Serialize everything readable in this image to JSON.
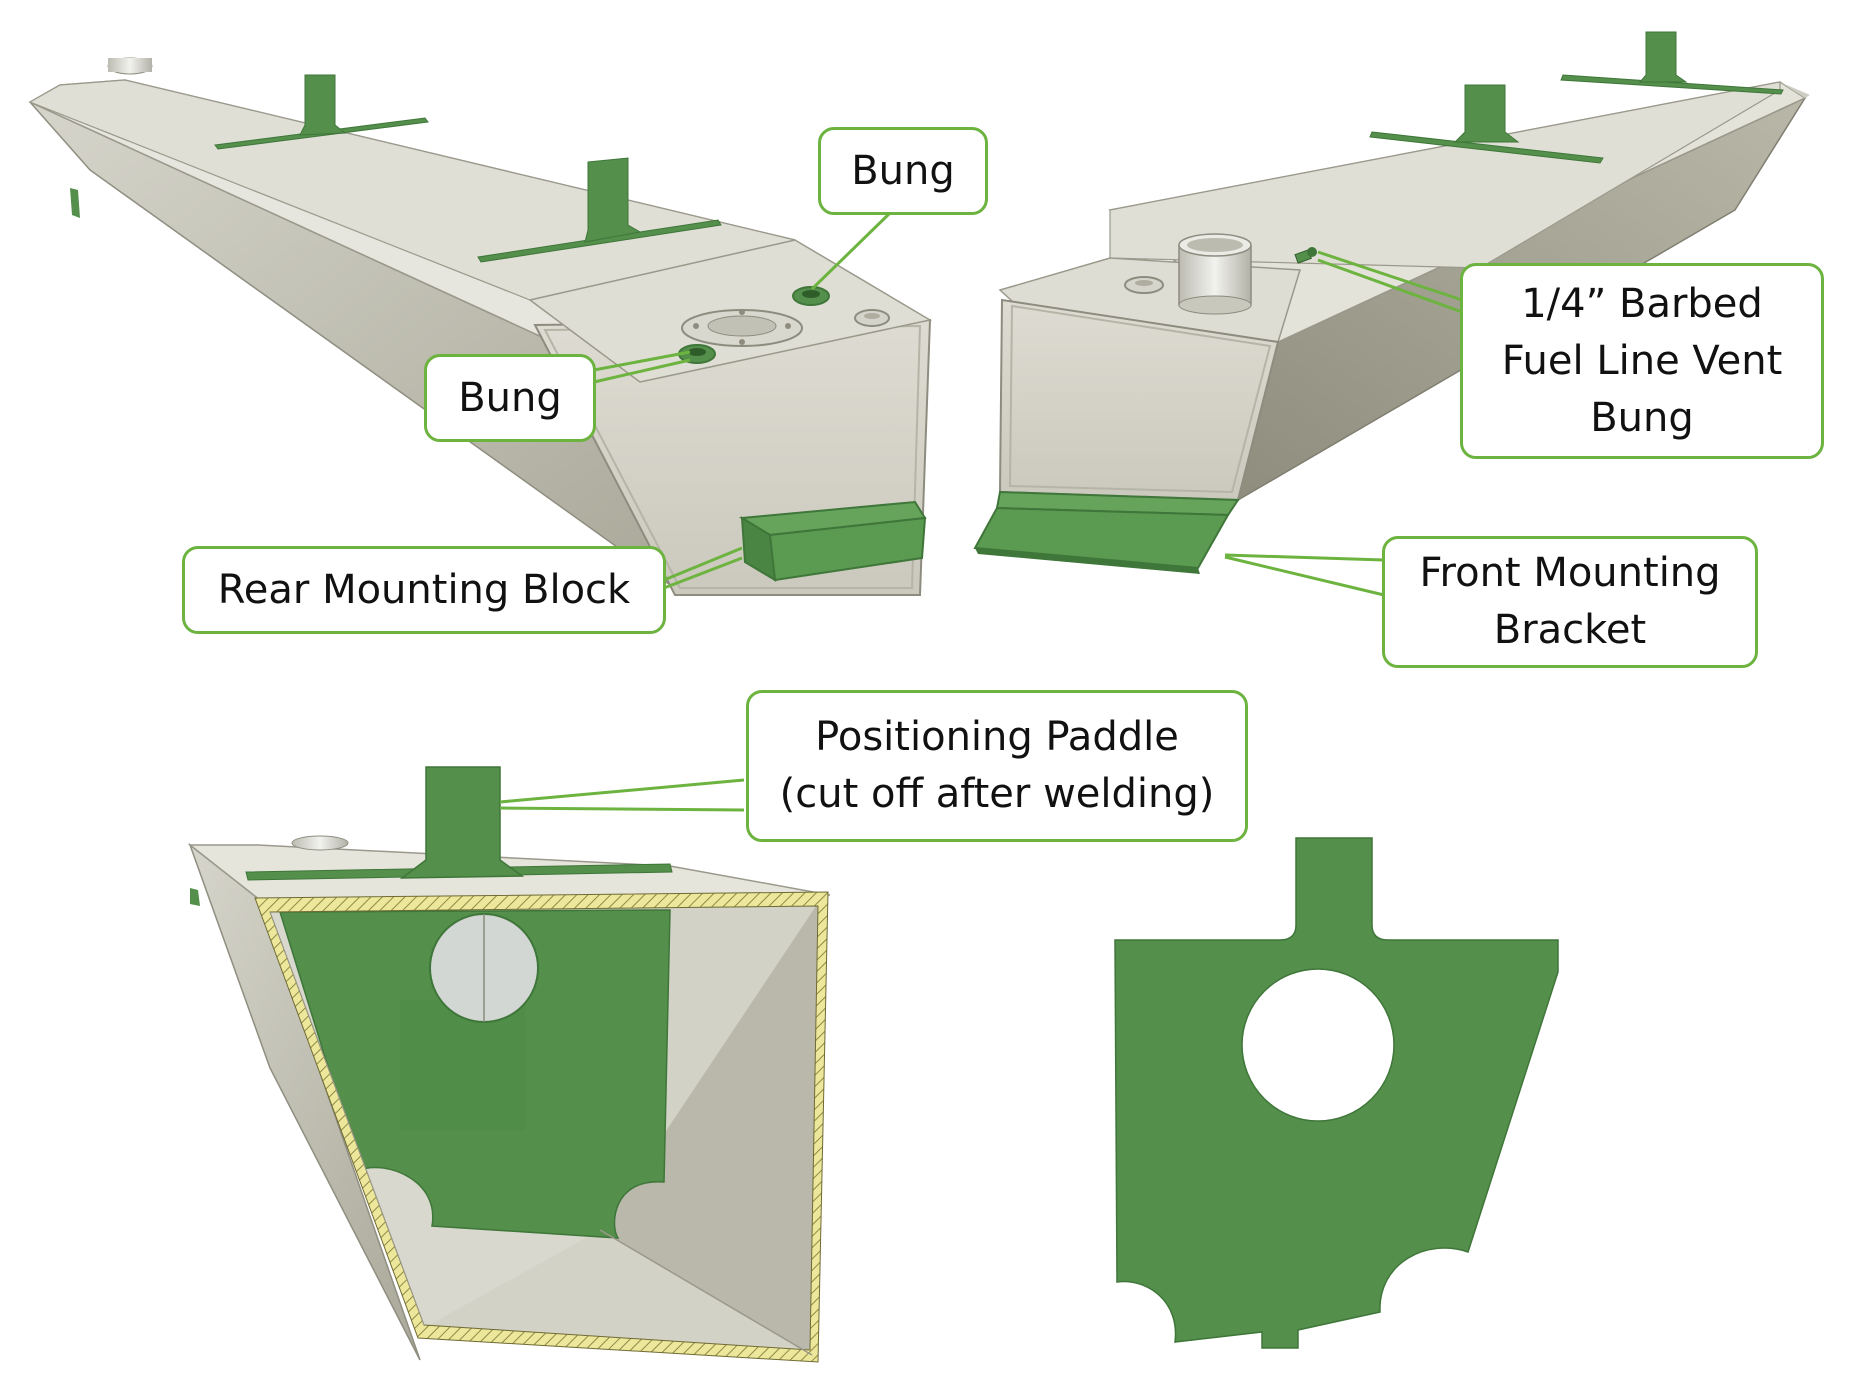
{
  "colors": {
    "part_green": "#548f4c",
    "part_green_dark": "#3f7639",
    "tank_top": "#e4e4dc",
    "tank_side": "#c7c6bb",
    "tank_dark": "#a3a293",
    "weld_yellow": "#e9e48f",
    "callout_border": "#6cb33f",
    "leader_line": "#6cb33f"
  },
  "callouts": {
    "bung_top": {
      "lines": [
        "Bung"
      ]
    },
    "bung_left": {
      "lines": [
        "Bung"
      ]
    },
    "rear_block": {
      "lines": [
        "Rear Mounting Block"
      ]
    },
    "vent_bung": {
      "lines": [
        "1/4” Barbed",
        "Fuel Line Vent",
        "Bung"
      ]
    },
    "front_bracket": {
      "lines": [
        "Front Mounting",
        "Bracket"
      ]
    },
    "paddle": {
      "lines": [
        "Positioning Paddle",
        "(cut off after welding)"
      ]
    }
  }
}
